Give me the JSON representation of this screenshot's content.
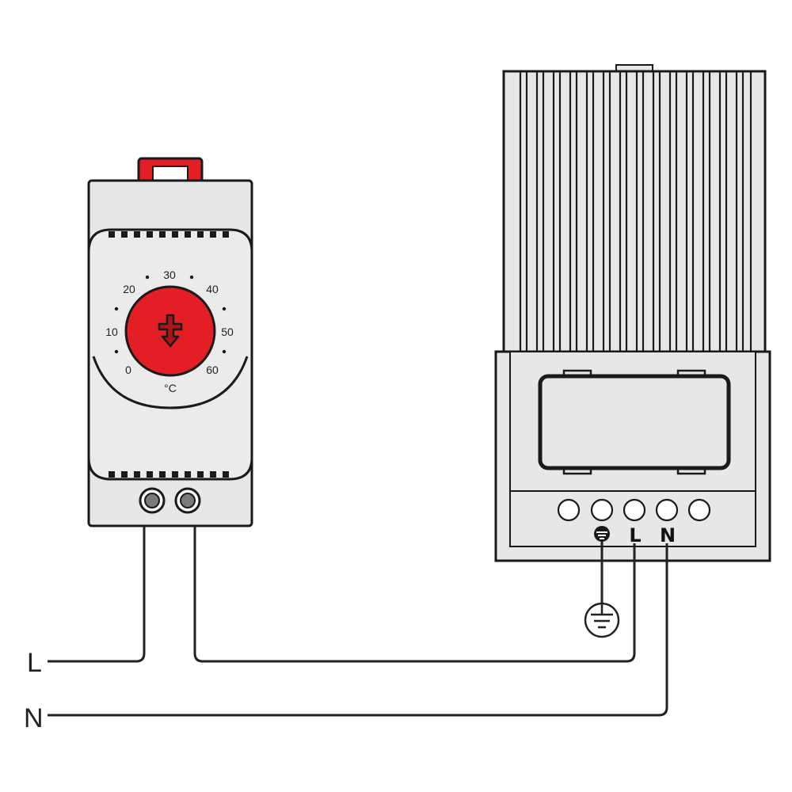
{
  "colors": {
    "housing": "#e6e7e8",
    "outline": "#1a1a1a",
    "knob": "#e31e24",
    "knob_dark": "#b01418",
    "terminal_hole": "#7a7a7a",
    "wire": "#222222"
  },
  "thermostat": {
    "dial_scale": [
      "0",
      "10",
      "20",
      "30",
      "40",
      "50",
      "60"
    ],
    "unit": "°C",
    "knob_icon": "cross-arrow-icon"
  },
  "heater": {
    "terminal_labels": {
      "earth": "ground-symbol-icon",
      "line": "L",
      "neutral": "N"
    }
  },
  "supply": {
    "line_label": "L",
    "neutral_label": "N"
  }
}
